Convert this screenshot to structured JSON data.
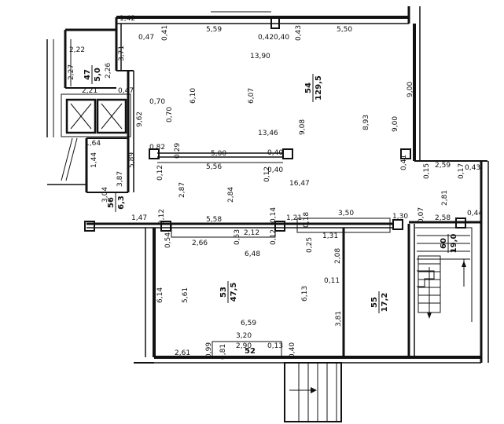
{
  "plan": {
    "rooms": [
      {
        "id": "54",
        "area": "129,5"
      },
      {
        "id": "53",
        "area": "47,5"
      },
      {
        "id": "55",
        "area": "17,2"
      },
      {
        "id": "56",
        "area": "6,3"
      },
      {
        "id": "47",
        "area": "5,0"
      },
      {
        "id": "52",
        "area": ""
      },
      {
        "id": "60",
        "area": "19,0"
      }
    ],
    "dimensions": [
      "1,42",
      "0,47",
      "0,41",
      "5,59",
      "0,42",
      "0,40",
      "0,43",
      "5,50",
      "2,22",
      "2,27",
      "2,26",
      "3,71",
      "13,90",
      "2,21",
      "0,47",
      "6,10",
      "6,07",
      "9,00",
      "0,70",
      "0,70",
      "9,62",
      "13,46",
      "9,08",
      "8,93",
      "9,00",
      "1,64",
      "0,82",
      "0,29",
      "5,00",
      "0,40",
      "1,44",
      "5,89",
      "5,56",
      "0,40",
      "0,41",
      "2,59",
      "0,43",
      "0,17",
      "0,15",
      "3,04",
      "3,87",
      "0,12",
      "0,12",
      "16,47",
      "2,87",
      "2,84",
      "2,81",
      "1,47",
      "0,12",
      "5,58",
      "0,14",
      "1,21",
      "3,50",
      "1,30",
      "0,07",
      "2,58",
      "0,44",
      "0,54",
      "0,53",
      "2,12",
      "0,12",
      "0,18",
      "0,25",
      "1,31",
      "2,66",
      "6,48",
      "2,08",
      "0,11",
      "6,14",
      "5,61",
      "6,13",
      "3,81",
      "6,59",
      "3,20",
      "2,61",
      "0,99",
      "0,81",
      "2,90",
      "0,13",
      "0,40"
    ]
  }
}
